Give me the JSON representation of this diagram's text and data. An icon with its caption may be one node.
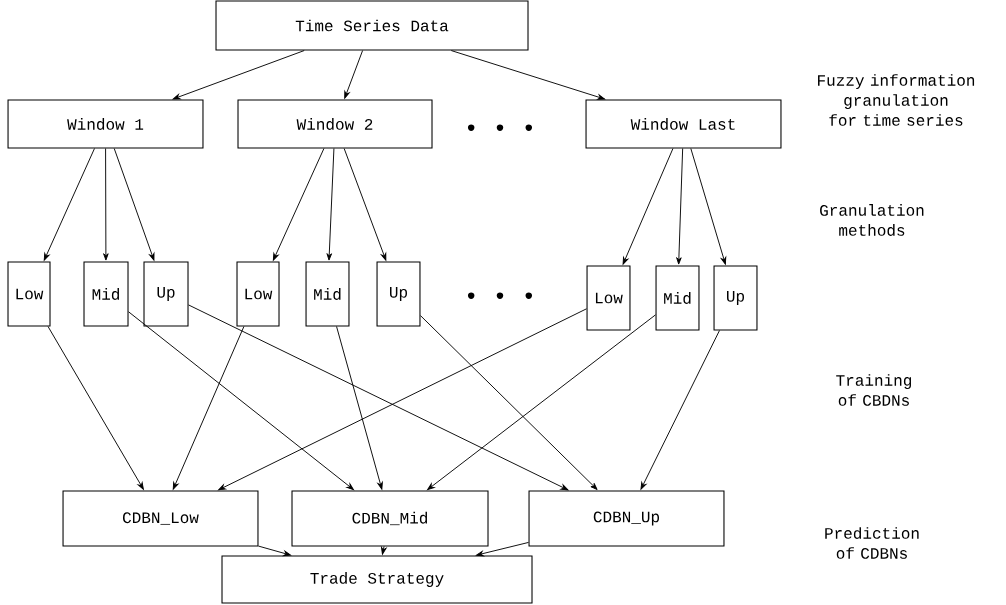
{
  "diagram": {
    "nodes": [
      {
        "text": [
          "Time Series Data"
        ]
      },
      {
        "text": [
          "Window 1"
        ]
      },
      {
        "text": [
          "Window 2"
        ]
      },
      {
        "text": [
          "Window Last"
        ]
      },
      {
        "text": [
          "Low"
        ]
      },
      {
        "text": [
          "Mid"
        ]
      },
      {
        "text": [
          "Up"
        ]
      },
      {
        "text": [
          "Low"
        ]
      },
      {
        "text": [
          "Mid"
        ]
      },
      {
        "text": [
          "Up"
        ]
      },
      {
        "text": [
          "Low"
        ]
      },
      {
        "text": [
          "Mid"
        ]
      },
      {
        "text": [
          "Up"
        ]
      },
      {
        "text": [
          "CDBN_Low"
        ]
      },
      {
        "text": [
          "CDBN_Mid"
        ]
      },
      {
        "text": [
          "CDBN_Up"
        ]
      },
      {
        "text": [
          "Trade Strategy"
        ]
      }
    ],
    "edges": [
      {
        "from": 0,
        "to": 1,
        "arrow": "to"
      },
      {
        "from": 0,
        "to": 2,
        "arrow": "to"
      },
      {
        "from": 0,
        "to": 3,
        "arrow": "to"
      },
      {
        "from": 1,
        "to": 4,
        "arrow": "to"
      },
      {
        "from": 1,
        "to": 5,
        "arrow": "to"
      },
      {
        "from": 1,
        "to": 6,
        "arrow": "to"
      },
      {
        "from": 2,
        "to": 7,
        "arrow": "to"
      },
      {
        "from": 2,
        "to": 8,
        "arrow": "to"
      },
      {
        "from": 2,
        "to": 9,
        "arrow": "to"
      },
      {
        "from": 3,
        "to": 10,
        "arrow": "to"
      },
      {
        "from": 3,
        "to": 11,
        "arrow": "to"
      },
      {
        "from": 3,
        "to": 12,
        "arrow": "to"
      },
      {
        "from": 4,
        "to": 13,
        "arrow": "to"
      },
      {
        "from": 5,
        "to": 14,
        "arrow": "to"
      },
      {
        "from": 6,
        "to": 15,
        "arrow": "to"
      },
      {
        "from": 7,
        "to": 13,
        "arrow": "to"
      },
      {
        "from": 8,
        "to": 14,
        "arrow": "to"
      },
      {
        "from": 9,
        "to": 15,
        "arrow": "to"
      },
      {
        "from": 10,
        "to": 13,
        "arrow": "to"
      },
      {
        "from": 11,
        "to": 14,
        "arrow": "to"
      },
      {
        "from": 12,
        "to": 15,
        "arrow": "to"
      },
      {
        "from": 13,
        "to": 16,
        "arrow": "to"
      },
      {
        "from": 14,
        "to": 16,
        "arrow": "to"
      },
      {
        "from": 15,
        "to": 16,
        "arrow": "to"
      }
    ],
    "labels": [
      "Fuzzy information granulation for time series",
      "• • •",
      "Granulation methods",
      "• • •",
      "Training of CBDNs",
      "Prediction of CDBNs"
    ]
  }
}
